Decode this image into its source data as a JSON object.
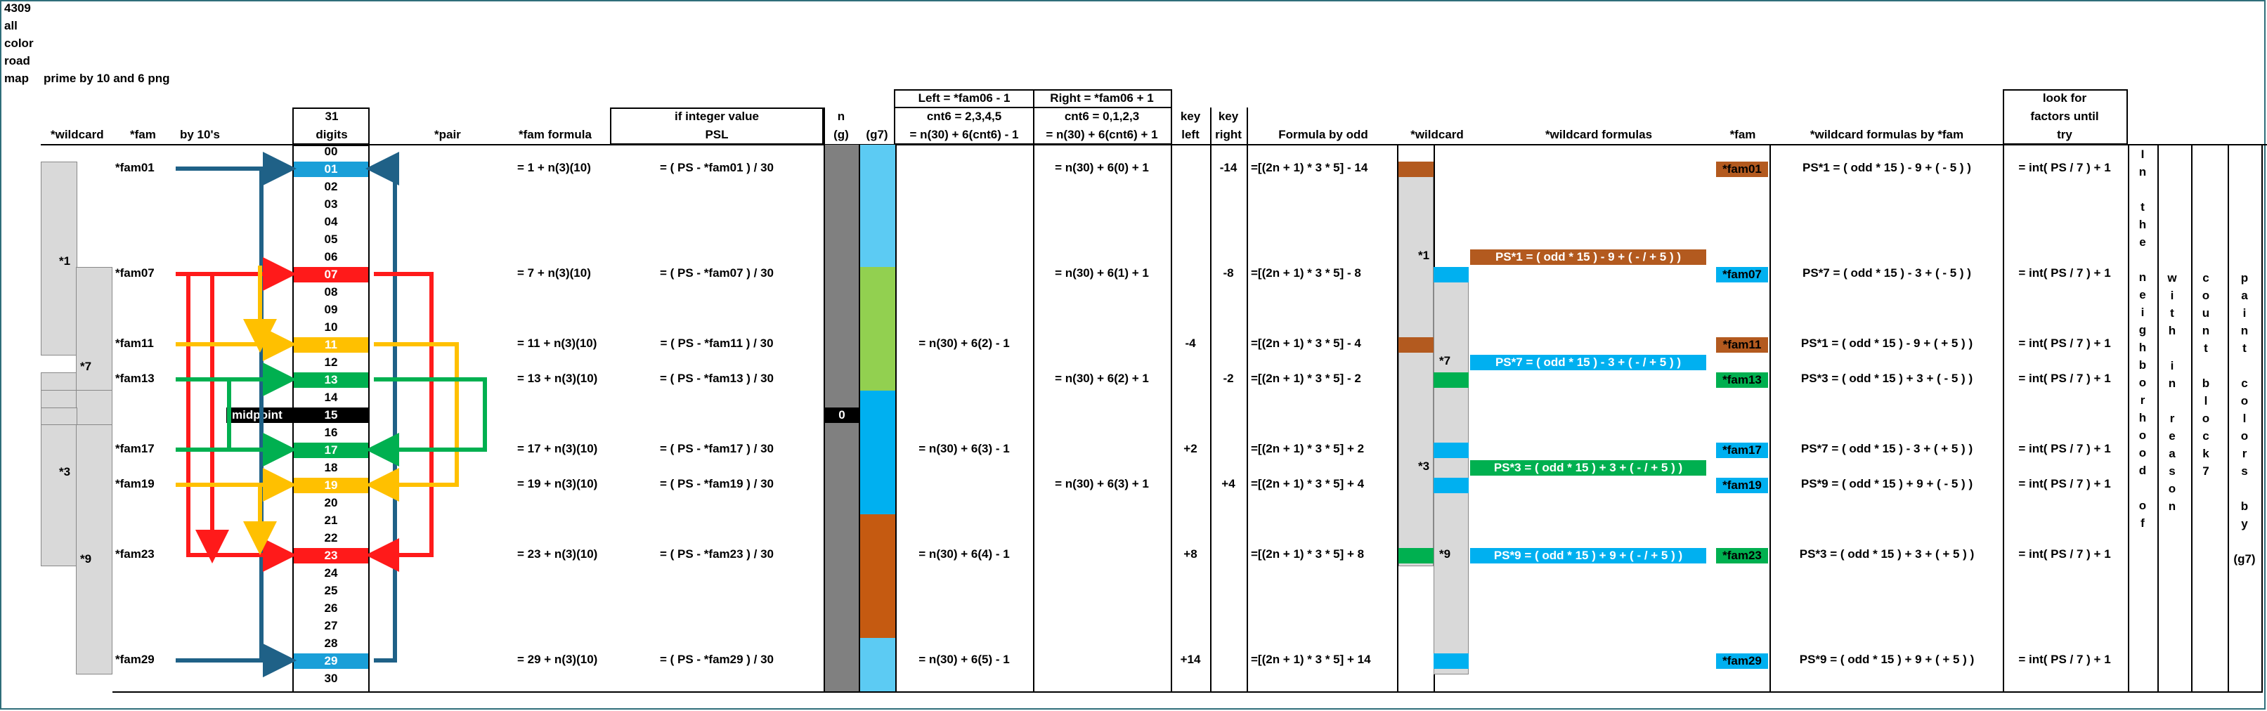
{
  "title_lines": [
    "4309",
    "all",
    "color",
    "road",
    "map"
  ],
  "subtitle": "prime by 10 and 6 png",
  "headers": {
    "wildcard": "*wildcard",
    "fam": "*fam",
    "by10": "by 10's",
    "digits_top": "31",
    "digits_bottom": "digits",
    "pair": "*pair",
    "fam_formula": "*fam formula",
    "psl_top": "if integer value",
    "psl_bottom": "PSL",
    "n_top": "n",
    "n_bottom": "(g)",
    "g7": "(g7)",
    "left_top": "Left = *fam06 - 1",
    "left_mid": "cnt6 = 2,3,4,5",
    "left_bottom": "= n(30) + 6(cnt6) - 1",
    "right_top": "Right = *fam06 + 1",
    "right_mid": "cnt6 = 0,1,2,3",
    "right_bottom": "= n(30) + 6(cnt6) + 1",
    "key_top": "key",
    "key_left": "left",
    "key_right": "right",
    "odd_formula": "Formula by odd",
    "wildcard2": "*wildcard",
    "wildcard_formulas": "*wildcard formulas",
    "fam2": "*fam",
    "wildcard_by_fam": "*wildcard formulas by *fam",
    "look_1": "look for",
    "look_2": "factors until",
    "look_3": "try"
  },
  "digits": [
    "00",
    "01",
    "02",
    "03",
    "04",
    "05",
    "06",
    "07",
    "08",
    "09",
    "10",
    "11",
    "12",
    "13",
    "14",
    "15",
    "16",
    "17",
    "18",
    "19",
    "20",
    "21",
    "22",
    "23",
    "24",
    "25",
    "26",
    "27",
    "28",
    "29",
    "30"
  ],
  "midpoint": {
    "label": "midpoint",
    "zero": "0"
  },
  "colors": {
    "blue": "#1a9fd8",
    "red": "#ff1a1a",
    "gold": "#ffc000",
    "green": "#00b050",
    "brown": "#b35a1f",
    "grey": "#808080",
    "lightblue": "#5ccbf3",
    "lightgreen": "#92d050",
    "midblue": "#00b0f0",
    "darkbrown": "#c55a11",
    "navy": "#1f6187",
    "lightgrey": "#d9d9d9"
  },
  "families": [
    {
      "fam": "*fam01",
      "formula": "= 1 + n(3)(10)",
      "psl": "= ( PS - *fam01 ) / 30",
      "left": "",
      "right": "= n(30) + 6(0) + 1",
      "keyl": "",
      "keyr": "-14",
      "odd": "=[(2n + 1) * 3 * 5] - 14",
      "fam2": "*fam01",
      "wbf": "PS*1 = ( odd * 15 ) -  9 + ( - 5 ) )",
      "look": "= int( PS / 7 ) + 1"
    },
    {
      "fam": "*fam07",
      "formula": "= 7 + n(3)(10)",
      "psl": "= ( PS - *fam07 ) / 30",
      "left": "",
      "right": "= n(30) + 6(1) + 1",
      "keyl": "",
      "keyr": "-8",
      "odd": "=[(2n + 1) * 3 * 5] -  8",
      "fam2": "*fam07",
      "wbf": "PS*7 = ( odd * 15 ) -  3 + ( - 5 ) )",
      "look": "= int( PS / 7 ) + 1"
    },
    {
      "fam": "*fam11",
      "formula": "= 11 + n(3)(10)",
      "psl": "= ( PS - *fam11 ) / 30",
      "left": "= n(30) + 6(2) - 1",
      "right": "",
      "keyl": "-4",
      "keyr": "",
      "odd": "=[(2n + 1) * 3 * 5]  -  4",
      "fam2": "*fam11",
      "wbf": "PS*1 = ( odd * 15 ) -  9 + ( + 5 ) )",
      "look": "= int( PS / 7 ) + 1"
    },
    {
      "fam": "*fam13",
      "formula": "= 13 + n(3)(10)",
      "psl": "= ( PS - *fam13 ) / 30",
      "left": "",
      "right": "= n(30) + 6(2) + 1",
      "keyl": "",
      "keyr": "-2",
      "odd": "=[(2n + 1) * 3 * 5]  -  2",
      "fam2": "*fam13",
      "wbf": "PS*3 = ( odd * 15 ) +  3 + ( - 5 ) )",
      "look": "= int( PS / 7 ) + 1"
    },
    {
      "fam": "*fam17",
      "formula": "= 17 + n(3)(10)",
      "psl": "= ( PS - *fam17 ) / 30",
      "left": "= n(30) + 6(3) - 1",
      "right": "",
      "keyl": "+2",
      "keyr": "",
      "odd": "=[(2n + 1) * 3 * 5]  +  2",
      "fam2": "*fam17",
      "wbf": "PS*7 = ( odd * 15 ) -  3 + ( + 5 ) )",
      "look": "= int( PS / 7 ) + 1"
    },
    {
      "fam": "*fam19",
      "formula": "= 19 + n(3)(10)",
      "psl": "= ( PS - *fam19 ) / 30",
      "left": "",
      "right": "= n(30) + 6(3) + 1",
      "keyl": "",
      "keyr": "+4",
      "odd": "=[(2n + 1) * 3 * 5]  +  4",
      "fam2": "*fam19",
      "wbf": "PS*9 = ( odd * 15 ) +  9 + ( - 5 ) )",
      "look": "= int( PS / 7 ) + 1"
    },
    {
      "fam": "*fam23",
      "formula": "= 23 + n(3)(10)",
      "psl": "= ( PS - *fam23 ) / 30",
      "left": "= n(30) + 6(4) - 1",
      "right": "",
      "keyl": "+8",
      "keyr": "",
      "odd": "=[(2n + 1) * 3 * 5]  +  8",
      "fam2": "*fam23",
      "wbf": "PS*3 = ( odd * 15 ) +  3 + ( + 5 ) )",
      "look": "= int( PS / 7 ) + 1"
    },
    {
      "fam": "*fam29",
      "formula": "= 29 + n(3)(10)",
      "psl": "= ( PS - *fam29 ) / 30",
      "left": "= n(30) + 6(5) - 1",
      "right": "",
      "keyl": "+14",
      "keyr": "",
      "odd": "=[(2n + 1) * 3 * 5] + 14",
      "fam2": "*fam29",
      "wbf": "PS*9 = ( odd * 15 ) +  9 + ( + 5 ) )",
      "look": "= int( PS / 7 ) + 1"
    }
  ],
  "wild_left": [
    "*1",
    "*7",
    "*3",
    "*9"
  ],
  "wild_right": [
    "*1",
    "*7",
    "*3",
    "*9"
  ],
  "wild_formulas": [
    "PS*1 = ( odd * 15 ) -  9 + ( - / + 5 ) )",
    "PS*7 = ( odd * 15 ) -  3 + ( - / + 5 ) )",
    "PS*3 = ( odd * 15 ) + 3 + ( - / + 5 ) )",
    "PS*9 = ( odd * 15 ) +  9 + ( - / + 5 ) )"
  ],
  "vertical_words": [
    [
      "I",
      "n",
      "",
      "t",
      "h",
      "e",
      "",
      "n",
      "e",
      "i",
      "g",
      "h",
      "b",
      "o",
      "r",
      "h",
      "o",
      "o",
      "d",
      "",
      "o",
      "f"
    ],
    [
      "w",
      "i",
      "t",
      "h",
      "",
      "i",
      "n",
      "",
      "r",
      "e",
      "a",
      "s",
      "o",
      "n"
    ],
    [
      "c",
      "o",
      "u",
      "n",
      "t",
      "",
      "b",
      "l",
      "o",
      "c",
      "k",
      "7"
    ],
    [
      "p",
      "a",
      "i",
      "n",
      "t",
      "",
      "c",
      "o",
      "l",
      "o",
      "r",
      "s",
      "",
      "b",
      "y",
      "",
      "(g7)"
    ]
  ]
}
